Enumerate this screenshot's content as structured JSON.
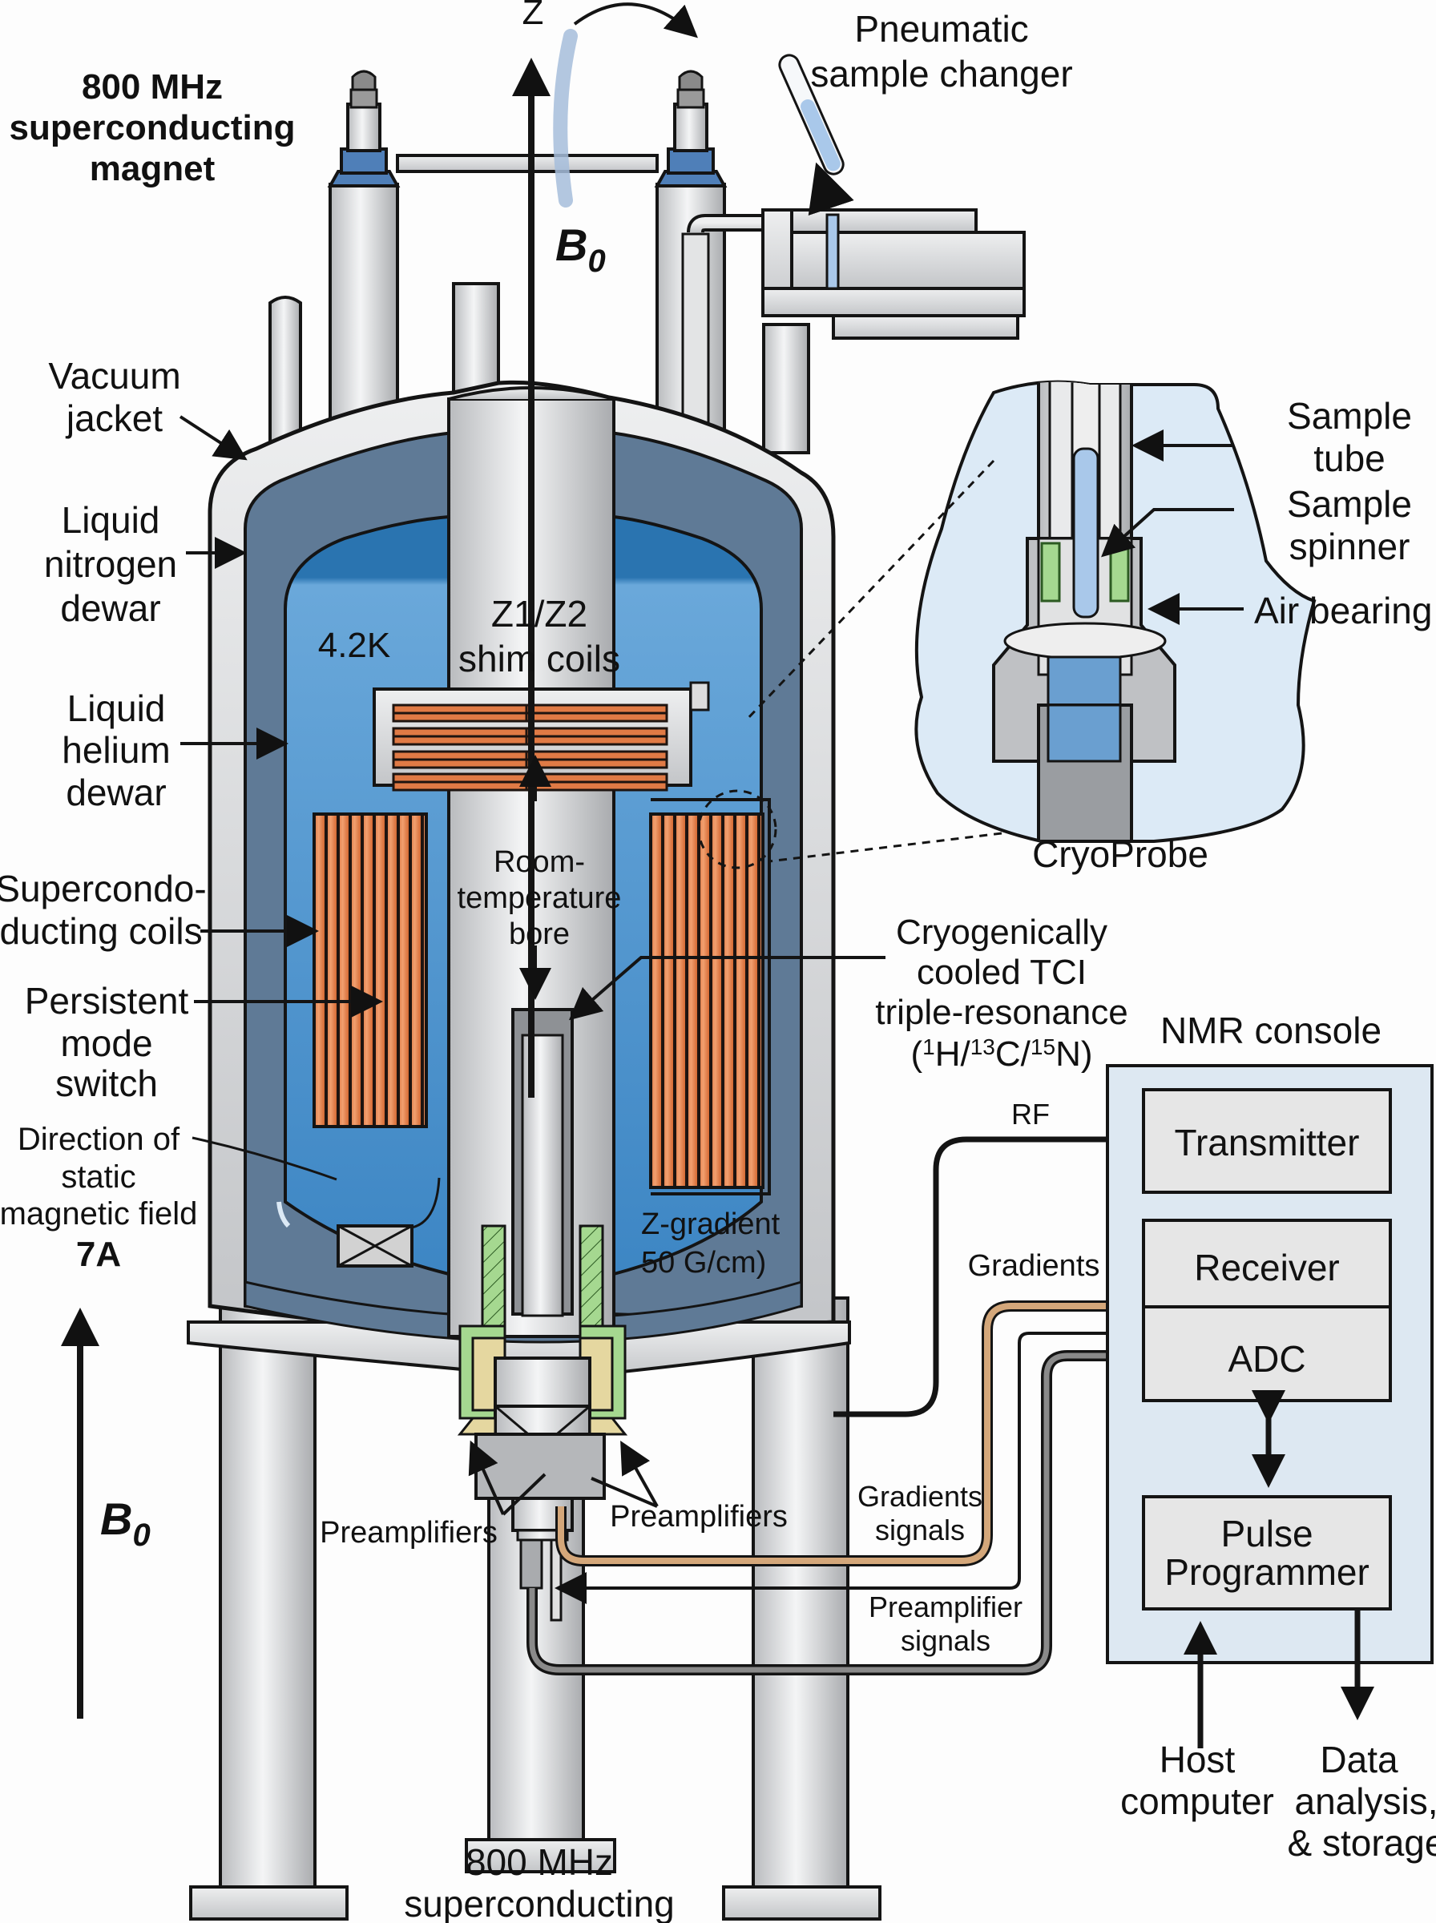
{
  "title": {
    "lines": [
      "800 MHz",
      "superconducting",
      "magnet"
    ]
  },
  "axis": {
    "z_label": "Z",
    "b0_top": "B",
    "b0_top_sub": "0",
    "b0_left": "B",
    "b0_left_sub": "0"
  },
  "sample_changer": {
    "lines": [
      "Pneumatic",
      "sample changer"
    ]
  },
  "left_labels": {
    "vacuum_jacket": [
      "Vacuum",
      "jacket"
    ],
    "ln2_dewar": [
      "Liquid",
      "nitrogen",
      "dewar"
    ],
    "lhe_dewar": [
      "Liquid",
      "helium",
      "dewar"
    ],
    "sc_coils": [
      "Supercondo-",
      "ducting coils"
    ],
    "persistent_switch": [
      "Persistent",
      "mode",
      "switch"
    ],
    "field_direction": [
      "Direction of",
      "static",
      "magnetic field"
    ],
    "field_current": "7A"
  },
  "inner_labels": {
    "temperature": "4.2K",
    "shim_coils": [
      "Z1/Z2",
      "shim coils"
    ],
    "bore": [
      "Room-",
      "temperature",
      "bore"
    ],
    "z_gradient": [
      "Z-gradient",
      "50 G/cm)"
    ],
    "preamps_left": "Preamplifiers",
    "preamps_right": "Preamplifiers"
  },
  "cryoprobe_inset": {
    "title": "CryoProbe",
    "sample_tube": [
      "Sample",
      "tube"
    ],
    "sample_spinner": [
      "Sample",
      "spinner"
    ],
    "air_bearing": "Air bearing"
  },
  "probe_label": {
    "lines": [
      "Cryogenically",
      "cooled TCI",
      "triple-resonance"
    ],
    "nuclei": [
      {
        "mass": "1",
        "symbol": "H"
      },
      {
        "mass": "13",
        "symbol": "C"
      },
      {
        "mass": "15",
        "symbol": "N"
      }
    ]
  },
  "signals": {
    "rf": "RF",
    "gradients": "Gradients",
    "gradients_signals": [
      "Gradients",
      "signals"
    ],
    "preamp_signals": [
      "Preamplifier",
      "signals"
    ]
  },
  "console": {
    "title": "NMR console",
    "blocks": {
      "transmitter": "Transmitter",
      "receiver": "Receiver",
      "adc": "ADC",
      "pulse_programmer": [
        "Pulse",
        "Programmer"
      ]
    }
  },
  "outputs": {
    "host": [
      "Host",
      "computer"
    ],
    "data": [
      "Data",
      "analysis,",
      "& storage"
    ]
  },
  "bottom_caption": [
    "800 MHz",
    "superconducting"
  ],
  "colors": {
    "steel": "#d4d6d8",
    "outline": "#141414",
    "nitrogen": "#5f7a96",
    "helium_dark": "#2a74b0",
    "helium_light": "#6aa8da",
    "coil": "#e07a45",
    "coil_stripe": "#1e1410",
    "console_bg": "#dde8f2",
    "block_bg": "#e6e6e6",
    "gradient_cable": "#d4a77a",
    "preamp_cable": "#8a8a8a",
    "probe_green": "#a5d890",
    "probe_tan": "#e5d7a0",
    "sample_blue": "#a9c8ea",
    "inset_bg": "#dceaf6"
  }
}
